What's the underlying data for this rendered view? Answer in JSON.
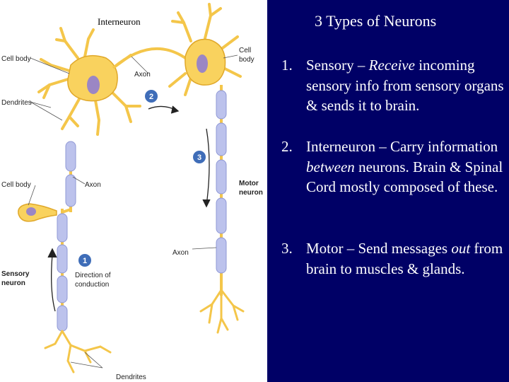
{
  "figure": {
    "caption": "Interneuron",
    "labels": {
      "cell_body_top_left": "Cell body",
      "cell_body_top_right_line1": "Cell",
      "cell_body_top_right_line2": "body",
      "axon_top": "Axon",
      "dendrites_top": "Dendrites",
      "cell_body_left": "Cell body",
      "axon_middle": "Axon",
      "motor_line1": "Motor",
      "motor_line2": "neuron",
      "axon_bottom": "Axon",
      "sensory_line1": "Sensory",
      "sensory_line2": "neuron",
      "direction_line1": "Direction of",
      "direction_line2": "conduction",
      "dendrites_bottom": "Dendrites"
    },
    "steps": [
      "1",
      "2",
      "3"
    ],
    "colors": {
      "neuron_fill": "#f9d25e",
      "neuron_stroke": "#e0a82a",
      "myelin": "#bcc2ec",
      "nucleus": "#9b86c4",
      "step_badge": "#3f6db8"
    }
  },
  "panel": {
    "title": "3 Types of Neurons",
    "background": "#000066",
    "items": [
      {
        "num": "1.",
        "pre": "Sensory – ",
        "em": "Receive",
        "post": " incoming sensory info from sensory organs & sends it to brain."
      },
      {
        "num": "2.",
        "pre": "Interneuron – Carry information ",
        "em": "between",
        "post": " neurons. Brain & Spinal Cord mostly composed of these."
      },
      {
        "num": "3.",
        "pre": "Motor – Send messages ",
        "em": "out",
        "post": " from brain to muscles & glands."
      }
    ]
  }
}
